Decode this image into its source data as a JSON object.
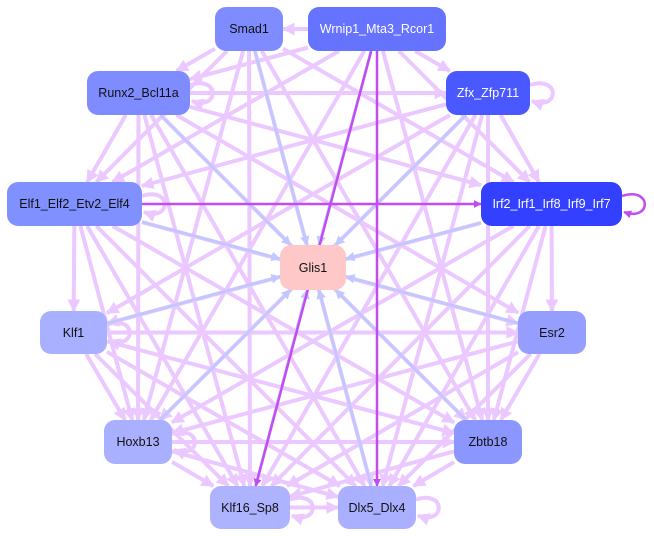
{
  "title": "Regulatory network",
  "nodes": [
    {
      "id": "Smad1",
      "label": "Smad1",
      "color": "#7f8cff",
      "dark": false
    },
    {
      "id": "Wrnip1",
      "label": "Wrnip1_Mta3_Rcor1",
      "color": "#6673ff",
      "dark": true
    },
    {
      "id": "Runx2",
      "label": "Runx2_Bcl11a",
      "color": "#7f8cff",
      "dark": false
    },
    {
      "id": "Zfx",
      "label": "Zfx_Zfp711",
      "color": "#4a58ff",
      "dark": true
    },
    {
      "id": "Elf1",
      "label": "Elf1_Elf2_Etv2_Elf4",
      "color": "#8090ff",
      "dark": false
    },
    {
      "id": "Irf2",
      "label": "Irf2_Irf1_Irf8_Irf9_Irf7",
      "color": "#3340ff",
      "dark": true
    },
    {
      "id": "Glis1",
      "label": "Glis1",
      "color": "#ffc8c8",
      "dark": false
    },
    {
      "id": "Klf1",
      "label": "Klf1",
      "color": "#a9b0ff",
      "dark": false
    },
    {
      "id": "Esr2",
      "label": "Esr2",
      "color": "#959dff",
      "dark": false
    },
    {
      "id": "Hoxb13",
      "label": "Hoxb13",
      "color": "#a9b0ff",
      "dark": false
    },
    {
      "id": "Zbtb18",
      "label": "Zbtb18",
      "color": "#8c96ff",
      "dark": false
    },
    {
      "id": "Klf16",
      "label": "Klf16_Sp8",
      "color": "#aeb3ff",
      "dark": false
    },
    {
      "id": "Dlx5",
      "label": "Dlx5_Dlx4",
      "color": "#aab0ff",
      "dark": false
    }
  ],
  "edge_colors": {
    "light": "#ebc8ff",
    "blue": "#c2c8ff",
    "dark": "#c24cf2"
  },
  "edges": [
    [
      "Smad1",
      "Glis1",
      "blue"
    ],
    [
      "Wrnip1",
      "Glis1",
      "blue"
    ],
    [
      "Runx2",
      "Glis1",
      "blue"
    ],
    [
      "Zfx",
      "Glis1",
      "blue"
    ],
    [
      "Elf1",
      "Glis1",
      "blue"
    ],
    [
      "Irf2",
      "Glis1",
      "blue"
    ],
    [
      "Klf1",
      "Glis1",
      "blue"
    ],
    [
      "Esr2",
      "Glis1",
      "blue"
    ],
    [
      "Hoxb13",
      "Glis1",
      "blue"
    ],
    [
      "Zbtb18",
      "Glis1",
      "blue"
    ],
    [
      "Klf16",
      "Glis1",
      "blue"
    ],
    [
      "Dlx5",
      "Glis1",
      "blue"
    ],
    [
      "Elf1",
      "Irf2",
      "dark"
    ],
    [
      "Wrnip1",
      "Dlx5",
      "dark"
    ],
    [
      "Wrnip1",
      "Klf16",
      "dark"
    ],
    [
      "Irf2",
      "Irf2",
      "dark"
    ],
    [
      "Wrnip1",
      "Smad1",
      "light"
    ],
    [
      "Wrnip1",
      "Zfx",
      "light"
    ],
    [
      "Smad1",
      "Runx2",
      "light"
    ],
    [
      "Runx2",
      "Zfx",
      "light"
    ],
    [
      "Runx2",
      "Elf1",
      "light"
    ],
    [
      "Zfx",
      "Irf2",
      "light"
    ],
    [
      "Elf1",
      "Klf1",
      "light"
    ],
    [
      "Irf2",
      "Esr2",
      "light"
    ],
    [
      "Klf1",
      "Hoxb13",
      "light"
    ],
    [
      "Esr2",
      "Zbtb18",
      "light"
    ],
    [
      "Hoxb13",
      "Klf16",
      "light"
    ],
    [
      "Zbtb18",
      "Dlx5",
      "light"
    ],
    [
      "Klf16",
      "Dlx5",
      "light"
    ],
    [
      "Hoxb13",
      "Zbtb18",
      "light"
    ],
    [
      "Klf1",
      "Esr2",
      "light"
    ],
    [
      "Smad1",
      "Hoxb13",
      "light"
    ],
    [
      "Smad1",
      "Klf16",
      "light"
    ],
    [
      "Smad1",
      "Dlx5",
      "light"
    ],
    [
      "Smad1",
      "Zbtb18",
      "light"
    ],
    [
      "Smad1",
      "Irf2",
      "light"
    ],
    [
      "Smad1",
      "Elf1",
      "light"
    ],
    [
      "Wrnip1",
      "Runx2",
      "light"
    ],
    [
      "Wrnip1",
      "Elf1",
      "light"
    ],
    [
      "Wrnip1",
      "Irf2",
      "light"
    ],
    [
      "Wrnip1",
      "Zbtb18",
      "light"
    ],
    [
      "Wrnip1",
      "Hoxb13",
      "light"
    ],
    [
      "Runx2",
      "Irf2",
      "light"
    ],
    [
      "Runx2",
      "Klf16",
      "light"
    ],
    [
      "Runx2",
      "Dlx5",
      "light"
    ],
    [
      "Runx2",
      "Hoxb13",
      "light"
    ],
    [
      "Runx2",
      "Zbtb18",
      "light"
    ],
    [
      "Zfx",
      "Elf1",
      "light"
    ],
    [
      "Zfx",
      "Klf16",
      "light"
    ],
    [
      "Zfx",
      "Dlx5",
      "light"
    ],
    [
      "Zfx",
      "Zbtb18",
      "light"
    ],
    [
      "Zfx",
      "Hoxb13",
      "light"
    ],
    [
      "Zfx",
      "Klf1",
      "light"
    ],
    [
      "Elf1",
      "Hoxb13",
      "light"
    ],
    [
      "Elf1",
      "Klf16",
      "light"
    ],
    [
      "Elf1",
      "Dlx5",
      "light"
    ],
    [
      "Elf1",
      "Esr2",
      "light"
    ],
    [
      "Elf1",
      "Zbtb18",
      "light"
    ],
    [
      "Irf2",
      "Klf1",
      "light"
    ],
    [
      "Irf2",
      "Hoxb13",
      "light"
    ],
    [
      "Irf2",
      "Klf16",
      "light"
    ],
    [
      "Irf2",
      "Dlx5",
      "light"
    ],
    [
      "Irf2",
      "Zbtb18",
      "light"
    ],
    [
      "Klf1",
      "Klf16",
      "light"
    ],
    [
      "Klf1",
      "Dlx5",
      "light"
    ],
    [
      "Klf1",
      "Zbtb18",
      "light"
    ],
    [
      "Esr2",
      "Hoxb13",
      "light"
    ],
    [
      "Esr2",
      "Klf16",
      "light"
    ],
    [
      "Esr2",
      "Dlx5",
      "light"
    ],
    [
      "Hoxb13",
      "Dlx5",
      "light"
    ],
    [
      "Zbtb18",
      "Klf16",
      "light"
    ],
    [
      "Runx2",
      "Esr2",
      "light"
    ],
    [
      "Zfx",
      "Zfx",
      "light"
    ],
    [
      "Dlx5",
      "Dlx5",
      "light"
    ],
    [
      "Klf16",
      "Klf16",
      "light"
    ],
    [
      "Runx2",
      "Runx2",
      "light"
    ],
    [
      "Elf1",
      "Elf1",
      "light"
    ],
    [
      "Klf1",
      "Klf1",
      "light"
    ],
    [
      "Hoxb13",
      "Hoxb13",
      "light"
    ]
  ]
}
